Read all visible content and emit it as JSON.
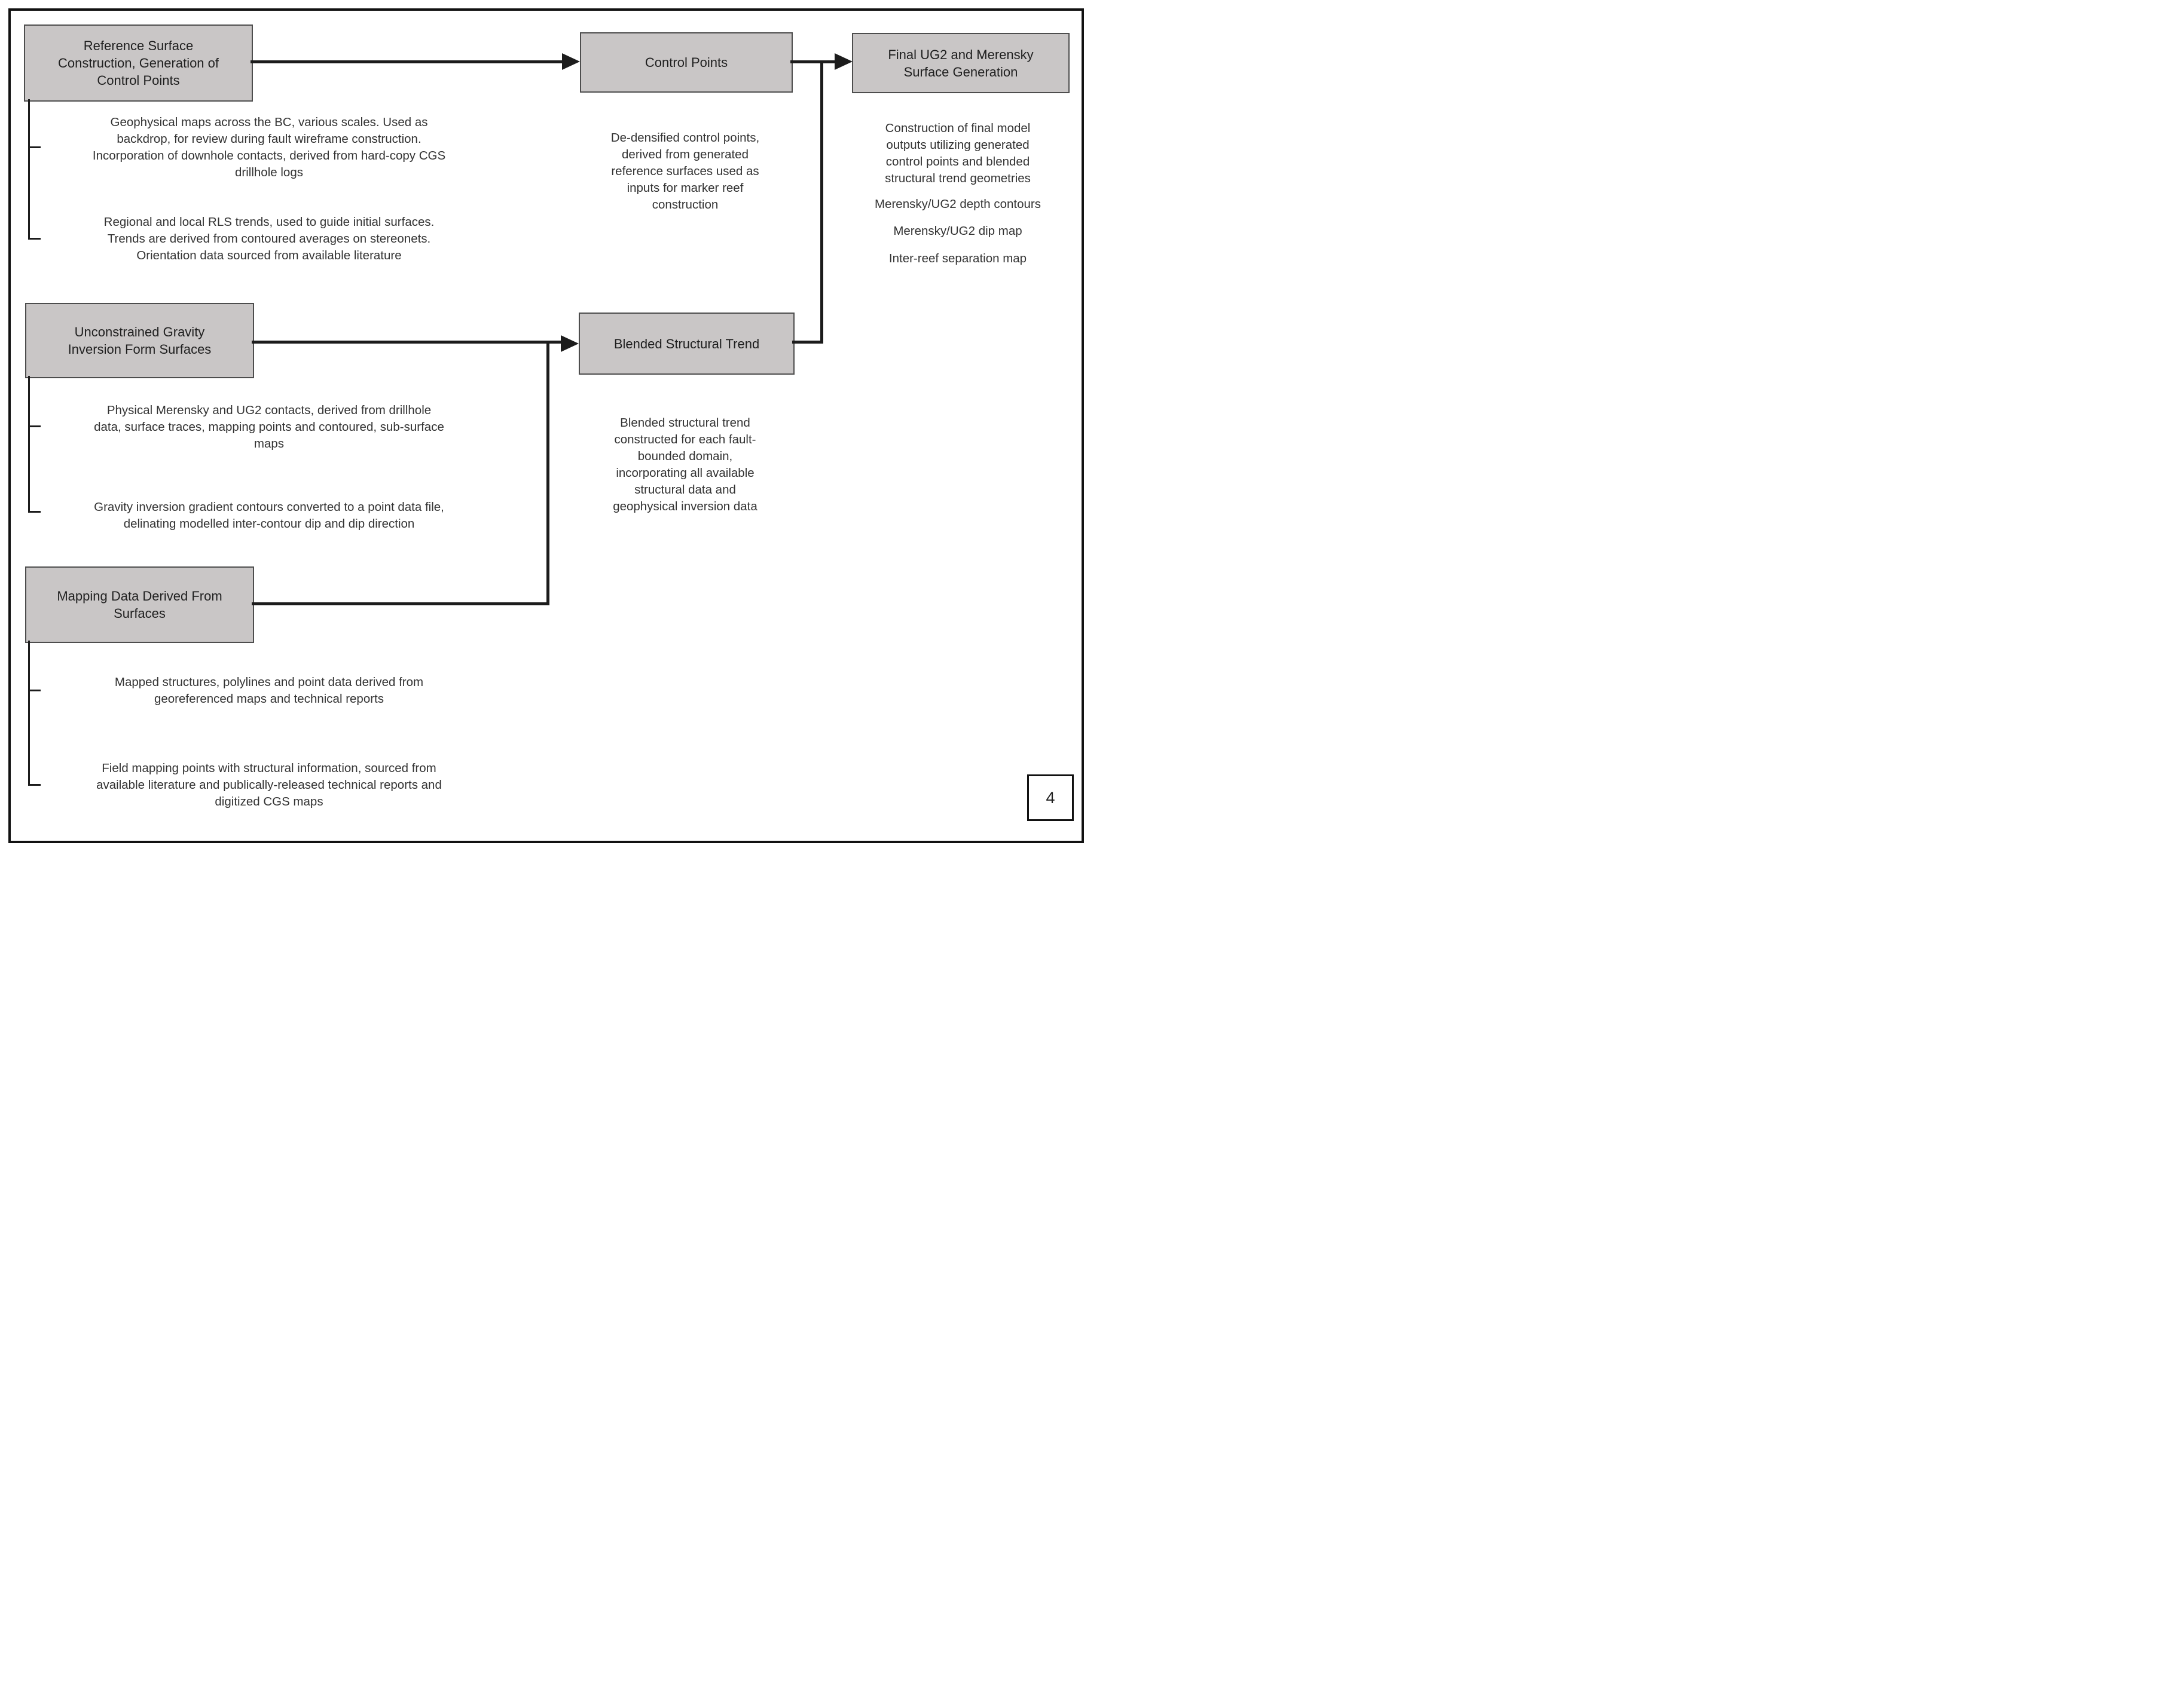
{
  "page_number": "4",
  "colors": {
    "box_fill": "#c9c6c6",
    "box_border": "#4d4d4d",
    "connector_line": "#1c1c1c",
    "text": "#2e2e2e",
    "background": "#ffffff"
  },
  "boxes": {
    "reference_surface": {
      "label": [
        "Reference Surface",
        "Construction, Generation of",
        "Control Points"
      ]
    },
    "control_points": {
      "label": [
        "Control Points"
      ]
    },
    "final_surface": {
      "label": [
        "Final UG2 and Merensky",
        "Surface Generation"
      ]
    },
    "gravity_inversion": {
      "label": [
        "Unconstrained Gravity",
        "Inversion Form Surfaces"
      ]
    },
    "blended_trend": {
      "label": [
        "Blended Structural Trend"
      ]
    },
    "mapping_data": {
      "label": [
        "Mapping Data Derived From",
        "Surfaces"
      ]
    }
  },
  "annotations": {
    "geophysical_maps": {
      "lines": [
        "Geophysical maps across the BC, various scales. Used as",
        "backdrop, for review during fault wireframe construction.",
        "Incorporation of downhole contacts, derived from hard-copy CGS",
        "drillhole logs"
      ]
    },
    "rls_trends": {
      "lines": [
        "Regional and local RLS trends, used to guide initial surfaces.",
        "Trends are derived from contoured averages on stereonets.",
        "Orientation data sourced from available literature"
      ]
    },
    "physical_contacts": {
      "lines": [
        "Physical Merensky and UG2 contacts, derived from drillhole",
        "data, surface traces, mapping points and contoured, sub-surface",
        "maps"
      ]
    },
    "gravity_contours": {
      "lines": [
        "Gravity inversion gradient contours converted to a point data file,",
        "delinating modelled inter-contour dip and dip direction"
      ]
    },
    "mapped_structures": {
      "lines": [
        "Mapped structures, polylines and point data derived from",
        "georeferenced maps and technical reports"
      ]
    },
    "field_mapping": {
      "lines": [
        "Field mapping points with structural information, sourced from",
        "available literature and publically-released technical reports and",
        "digitized CGS maps"
      ]
    },
    "dedensified_points": {
      "lines": [
        "De-densified control points,",
        "derived from generated",
        "reference surfaces used as",
        "inputs for marker reef",
        "construction"
      ]
    },
    "blended_description": {
      "lines": [
        "Blended structural trend",
        "constructed for each fault-",
        "bounded domain,",
        "incorporating all available",
        "structural data and",
        "geophysical inversion data"
      ]
    },
    "final_outputs": {
      "lines": [
        "Construction of final model",
        "outputs utilizing generated",
        "control points and blended",
        "structural trend geometries"
      ]
    },
    "depth_contours": {
      "lines": [
        "Merensky/UG2 depth contours"
      ]
    },
    "dip_map": {
      "lines": [
        "Merensky/UG2 dip map"
      ]
    },
    "separation_map": {
      "lines": [
        "Inter-reef separation map"
      ]
    }
  }
}
